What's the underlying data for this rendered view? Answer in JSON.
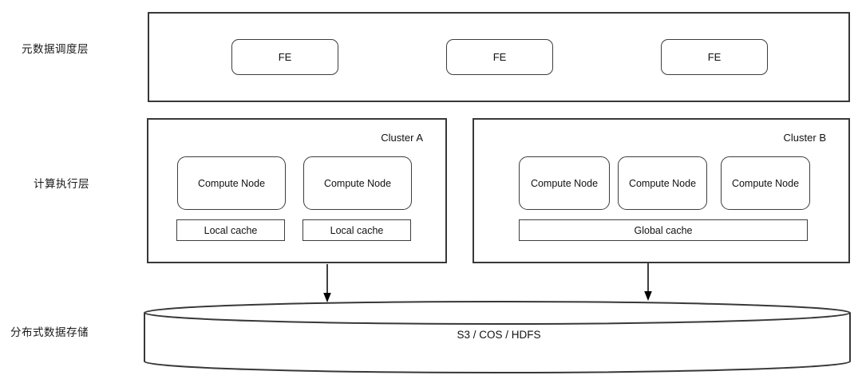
{
  "layers": {
    "metadata": {
      "label": "元数据调度层",
      "nodes": [
        "FE",
        "FE",
        "FE"
      ]
    },
    "compute": {
      "label": "计算执行层",
      "clusters": [
        {
          "name": "Cluster A",
          "compute_nodes": [
            "Compute Node",
            "Compute Node"
          ],
          "caches": [
            "Local cache",
            "Local cache"
          ]
        },
        {
          "name": "Cluster B",
          "compute_nodes": [
            "Compute Node",
            "Compute Node",
            "Compute Node"
          ],
          "caches": [
            "Global cache"
          ]
        }
      ]
    },
    "storage": {
      "label": "分布式数据存储",
      "node": "S3 / COS / HDFS"
    }
  },
  "colors": {
    "outer_stroke": "#383838",
    "inner_stroke": "#3d3d3d",
    "arrow": "#000000",
    "text": "#111111",
    "background": "#ffffff"
  }
}
